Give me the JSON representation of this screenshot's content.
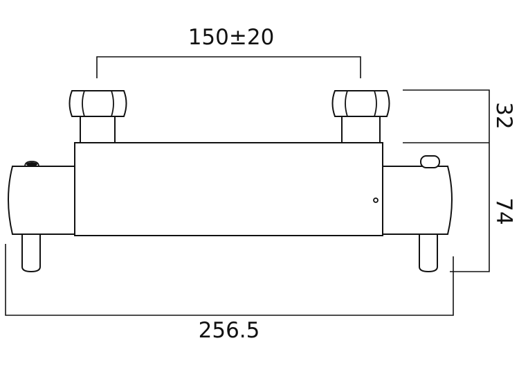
{
  "drawing": {
    "subject": "thermostatic shower valve bar, technical line drawing",
    "line_color": "#111111",
    "background_color": "#ffffff"
  },
  "dimensions": {
    "inlet_centres": "150±20",
    "overall_width": "256.5",
    "inlet_height": "32",
    "body_height": "74"
  }
}
